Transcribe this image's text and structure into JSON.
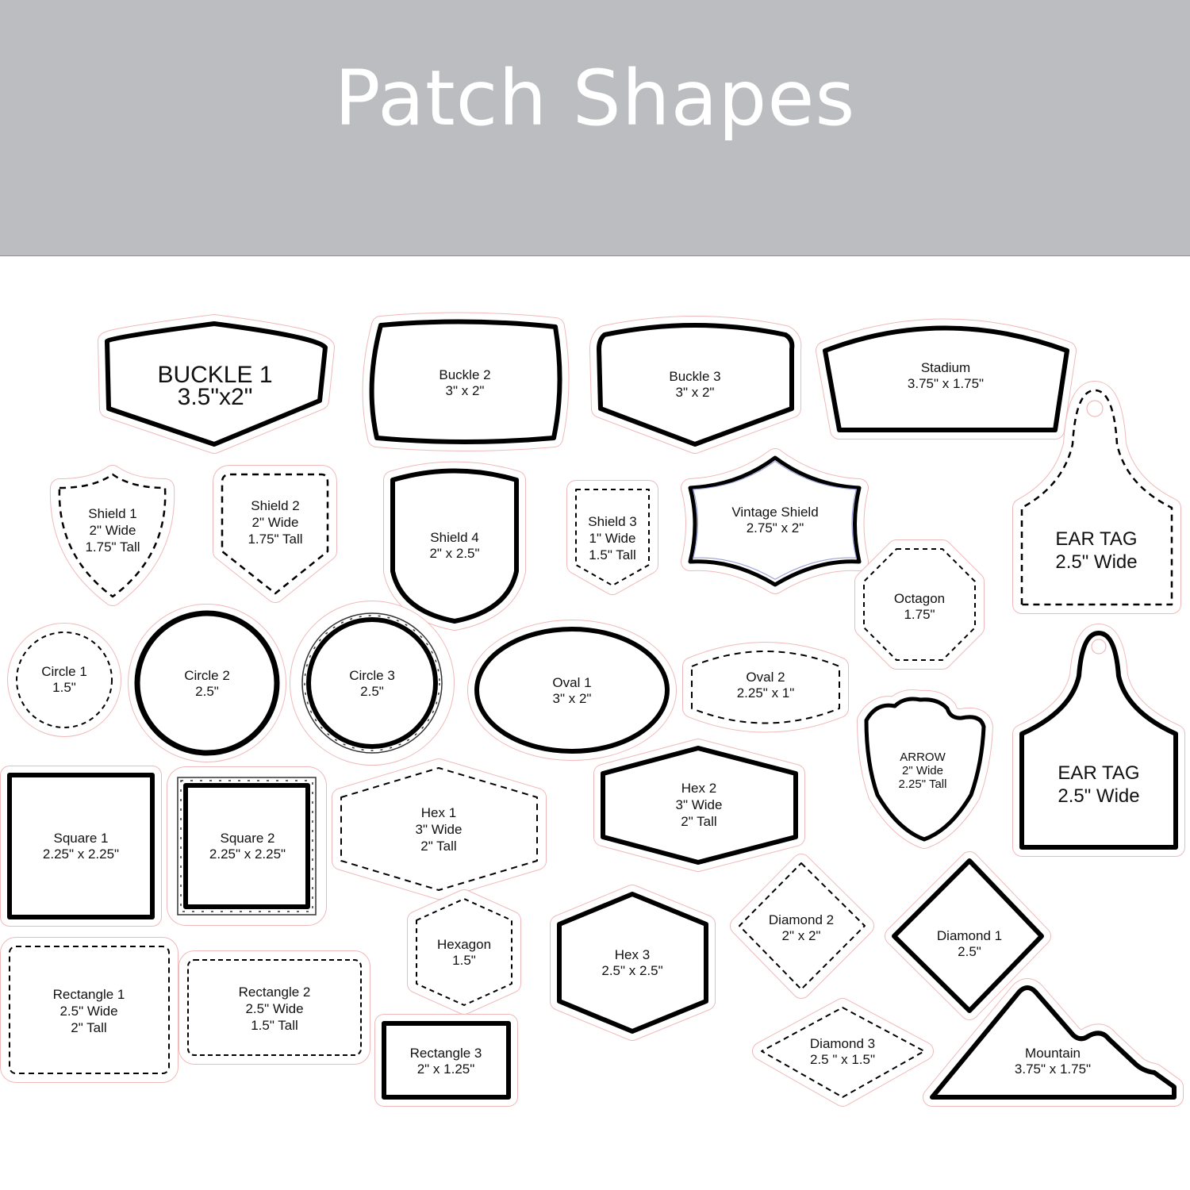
{
  "header": {
    "title": "Patch Shapes"
  },
  "colors": {
    "header_bg": "#bcbdc1",
    "cut_line": "#f0b9b9",
    "outline": "#000000",
    "vintage_inner": "#9aa0d8"
  },
  "shapes": [
    {
      "id": "buckle-1",
      "lines": [
        "BUCKLE 1",
        "3.5\"x2\""
      ],
      "border": "solid"
    },
    {
      "id": "buckle-2",
      "lines": [
        "Buckle 2",
        "3\" x 2\""
      ],
      "border": "solid"
    },
    {
      "id": "buckle-3",
      "lines": [
        "Buckle 3",
        "3\" x 2\""
      ],
      "border": "solid"
    },
    {
      "id": "stadium",
      "lines": [
        "Stadium",
        "3.75\" x 1.75\""
      ],
      "border": "solid"
    },
    {
      "id": "ear-tag-dashed",
      "lines": [
        "EAR TAG",
        "2.5\" Wide"
      ],
      "border": "dashed"
    },
    {
      "id": "shield-1",
      "lines": [
        "Shield 1",
        "2\" Wide",
        "1.75\" Tall"
      ],
      "border": "dashed"
    },
    {
      "id": "shield-2",
      "lines": [
        "Shield 2",
        "2\" Wide",
        "1.75\" Tall"
      ],
      "border": "dashed"
    },
    {
      "id": "shield-4",
      "lines": [
        "Shield 4",
        "2\" x 2.5\""
      ],
      "border": "solid"
    },
    {
      "id": "shield-3",
      "lines": [
        "Shield 3",
        "1\" Wide",
        "1.5\" Tall"
      ],
      "border": "dashed"
    },
    {
      "id": "vintage-shield",
      "lines": [
        "Vintage Shield",
        "2.75\" x 2\""
      ],
      "border": "solid"
    },
    {
      "id": "octagon",
      "lines": [
        "Octagon",
        "1.75\""
      ],
      "border": "dashed"
    },
    {
      "id": "circle-1",
      "lines": [
        "Circle 1",
        "1.5\""
      ],
      "border": "dashed"
    },
    {
      "id": "circle-2",
      "lines": [
        "Circle 2",
        "2.5\""
      ],
      "border": "solid"
    },
    {
      "id": "circle-3",
      "lines": [
        "Circle 3",
        "2.5\""
      ],
      "border": "barbed-wire"
    },
    {
      "id": "oval-1",
      "lines": [
        "Oval 1",
        "3\" x 2\""
      ],
      "border": "solid"
    },
    {
      "id": "oval-2",
      "lines": [
        "Oval 2",
        "2.25\" x 1\""
      ],
      "border": "dashed"
    },
    {
      "id": "arrow",
      "lines": [
        "ARROW",
        "2\" Wide",
        "2.25\" Tall"
      ],
      "border": "solid"
    },
    {
      "id": "ear-tag-solid",
      "lines": [
        "EAR TAG",
        "2.5\" Wide"
      ],
      "border": "solid"
    },
    {
      "id": "square-1",
      "lines": [
        "Square 1",
        "2.25\" x 2.25\""
      ],
      "border": "solid"
    },
    {
      "id": "square-2",
      "lines": [
        "Square 2",
        "2.25\" x 2.25\""
      ],
      "border": "barbed-wire"
    },
    {
      "id": "hex-1",
      "lines": [
        "Hex 1",
        "3\" Wide",
        "2\" Tall"
      ],
      "border": "dashed"
    },
    {
      "id": "hex-2",
      "lines": [
        "Hex 2",
        "3\" Wide",
        "2\" Tall"
      ],
      "border": "solid"
    },
    {
      "id": "hexagon",
      "lines": [
        "Hexagon",
        "1.5\""
      ],
      "border": "dashed"
    },
    {
      "id": "hex-3",
      "lines": [
        "Hex 3",
        "2.5\" x 2.5\""
      ],
      "border": "solid"
    },
    {
      "id": "diamond-2",
      "lines": [
        "Diamond 2",
        "2\" x 2\""
      ],
      "border": "dashed"
    },
    {
      "id": "diamond-1",
      "lines": [
        "Diamond 1",
        "2.5\""
      ],
      "border": "solid"
    },
    {
      "id": "rectangle-1",
      "lines": [
        "Rectangle 1",
        "2.5\" Wide",
        "2\" Tall"
      ],
      "border": "dashed"
    },
    {
      "id": "rectangle-2",
      "lines": [
        "Rectangle 2",
        "2.5\" Wide",
        "1.5\" Tall"
      ],
      "border": "dashed"
    },
    {
      "id": "rectangle-3",
      "lines": [
        "Rectangle 3",
        "2\" x 1.25\""
      ],
      "border": "solid"
    },
    {
      "id": "diamond-3",
      "lines": [
        "Diamond 3",
        "2.5 \" x 1.5\""
      ],
      "border": "dashed"
    },
    {
      "id": "mountain",
      "lines": [
        "Mountain",
        "3.75\" x 1.75\""
      ],
      "border": "solid"
    }
  ]
}
